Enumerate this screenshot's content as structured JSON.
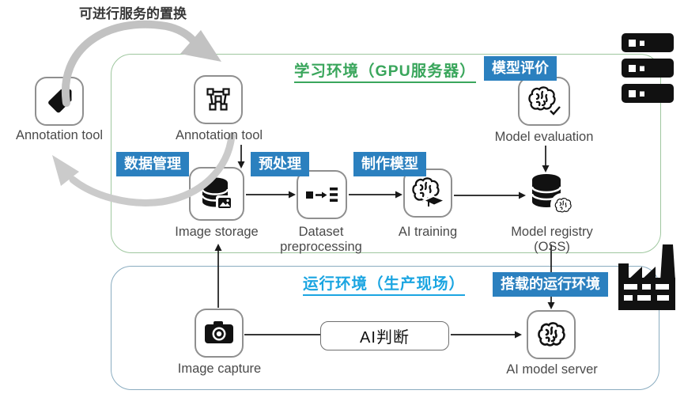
{
  "top": {
    "replace_note": "可进行服务的置换"
  },
  "outside": {
    "annotation_tool": "Annotation tool"
  },
  "learning": {
    "title": "学习环境（GPU服务器）",
    "title_color": "#3aa65c",
    "border_color": "#9fc79f",
    "tags": {
      "model_eval": "模型评价",
      "data_mgmt": "数据管理",
      "preprocess": "预处理",
      "make_model": "制作模型"
    },
    "nodes": {
      "annotation_tool": "Annotation tool",
      "image_storage": "Image storage",
      "dataset_line1": "Dataset",
      "dataset_line2": "preprocessing",
      "ai_training": "AI training",
      "registry_line1": "Model registry",
      "registry_line2": "(OSS)",
      "model_evaluation": "Model evaluation"
    }
  },
  "runtime": {
    "title": "运行环境（生产现场）",
    "title_color": "#1ba5e1",
    "border_color": "#8aacc0",
    "tags": {
      "mounted_env": "搭载的运行环境"
    },
    "nodes": {
      "image_capture": "Image capture",
      "ai_judgment": "AI判断",
      "ai_model_server": "AI model server"
    }
  },
  "colors": {
    "tag_bg": "#2b80bf",
    "tag_text": "#ffffff",
    "arrow": "#1a1a1a",
    "swoosh": "#c2c2c2",
    "icon": "#111111"
  }
}
